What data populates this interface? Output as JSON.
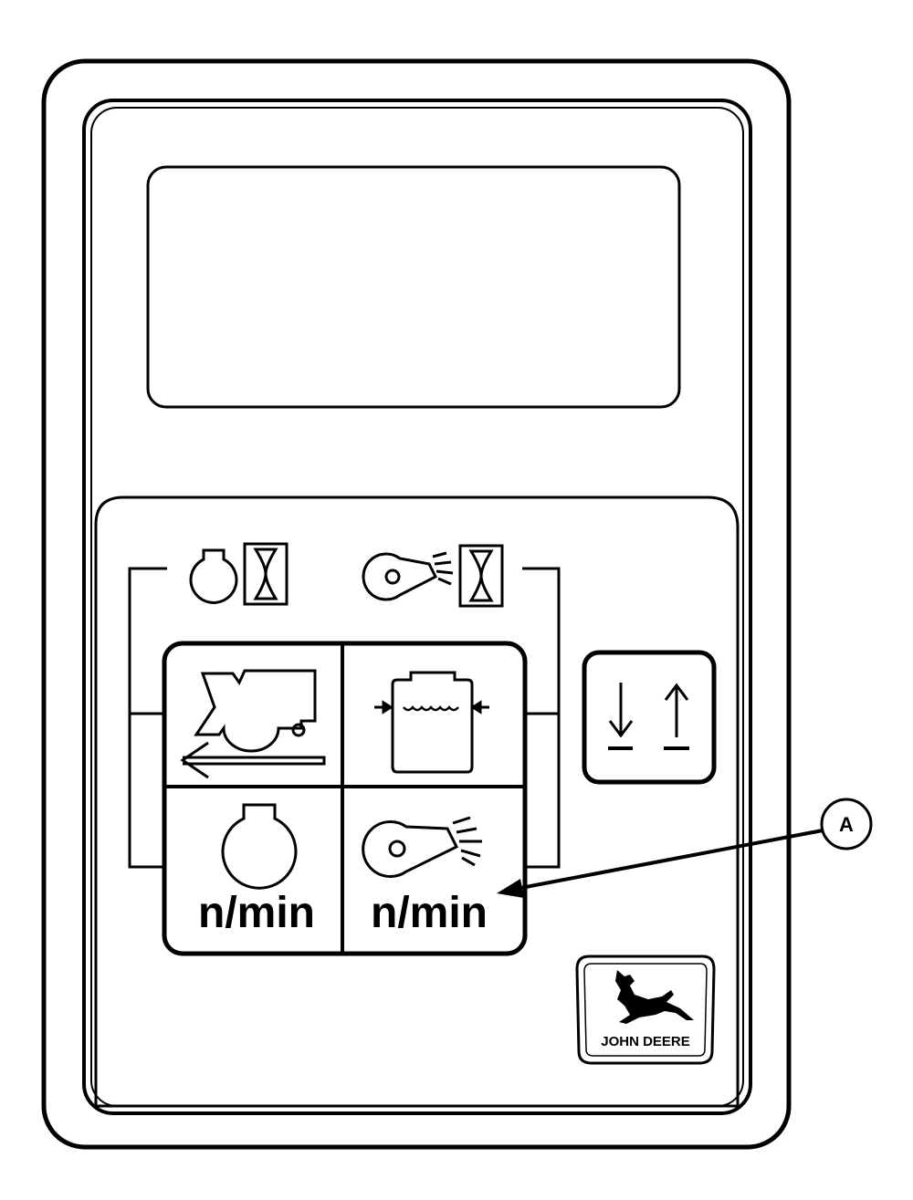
{
  "colors": {
    "line": "#000000",
    "background": "#ffffff"
  },
  "keypad": {
    "top_left": {
      "icon": "combine-harvester-travel-icon"
    },
    "top_right": {
      "icon": "grain-tank-level-icon"
    },
    "bottom_left": {
      "icon": "engine-icon",
      "label": "n/min"
    },
    "bottom_right": {
      "icon": "cleaning-fan-icon",
      "label": "n/min"
    }
  },
  "bracket_icons": {
    "left": [
      "engine-icon",
      "hourglass-icon"
    ],
    "right": [
      "cleaning-fan-icon",
      "hourglass-icon"
    ]
  },
  "toggle_button": {
    "icon": "down-up-arrows-icon"
  },
  "callout": {
    "label": "A"
  },
  "logo": {
    "text": "JOHN DEERE",
    "icon": "leaping-deer-icon"
  }
}
